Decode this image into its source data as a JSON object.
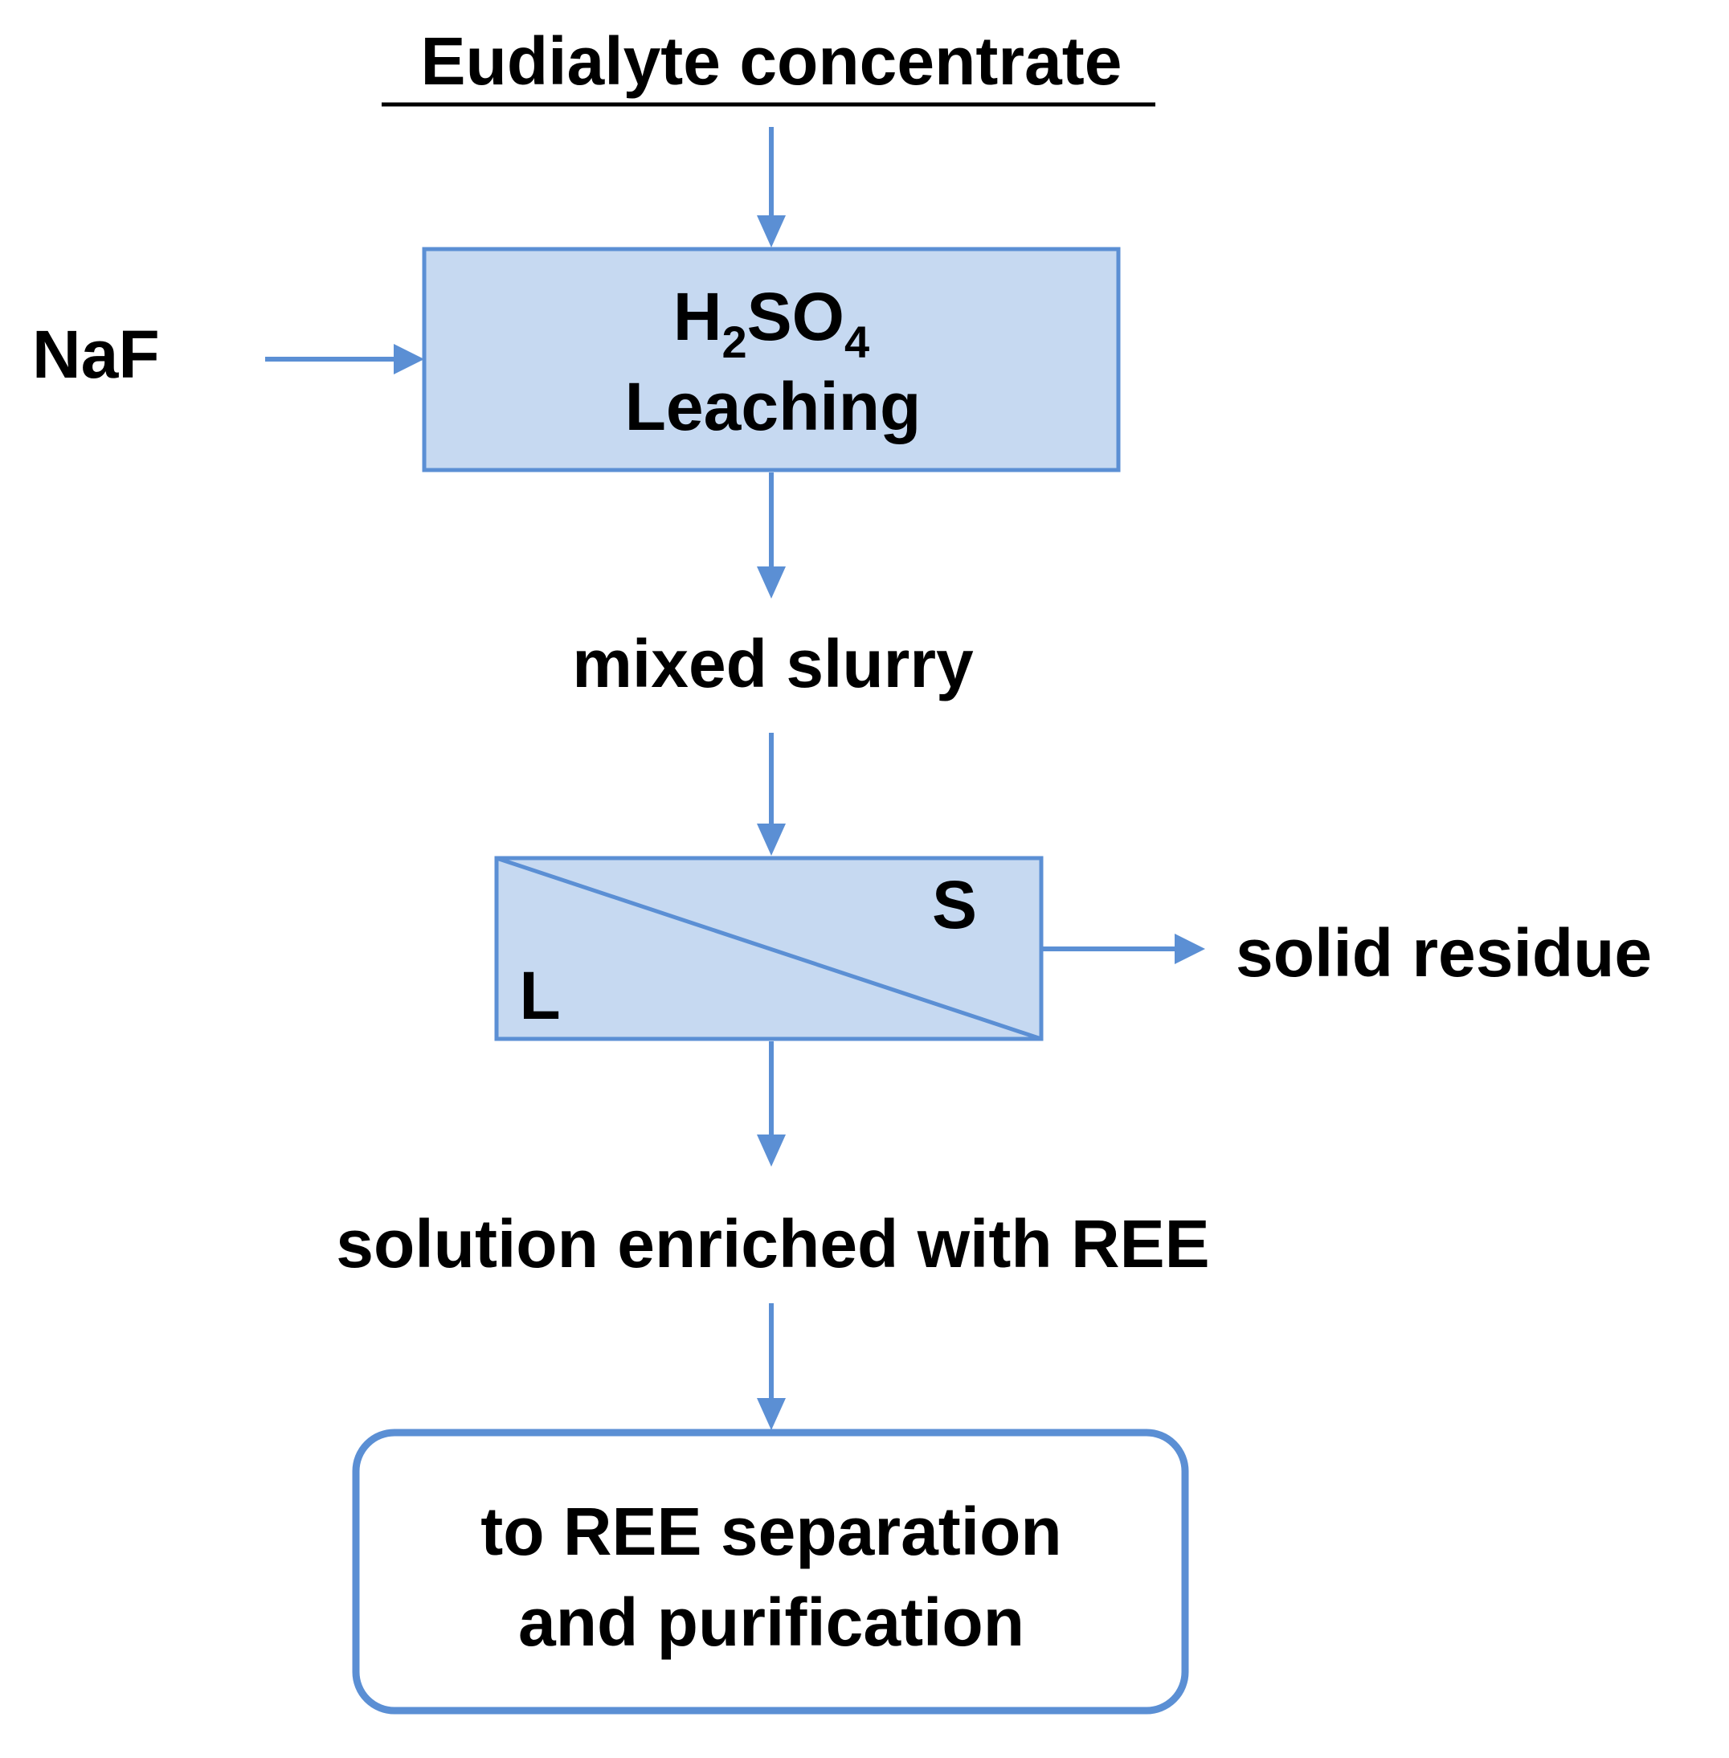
{
  "diagram": {
    "title": "Eudialyte concentrate",
    "input_reagent": "NaF",
    "leaching_box": {
      "formula_h": "H",
      "formula_sub1": "2",
      "formula_so": "SO",
      "formula_sub2": "4",
      "process": "Leaching"
    },
    "intermediate": "mixed slurry",
    "separator": {
      "solid_label": "S",
      "liquid_label": "L"
    },
    "solid_output": "solid residue",
    "liquid_output": "solution enriched with REE",
    "final_box": {
      "line1": "to REE separation",
      "line2": "and purification"
    }
  },
  "colors": {
    "stroke": "#5b8fd4",
    "box_fill": "#c6d9f1",
    "text": "#000000",
    "background": "#ffffff"
  }
}
